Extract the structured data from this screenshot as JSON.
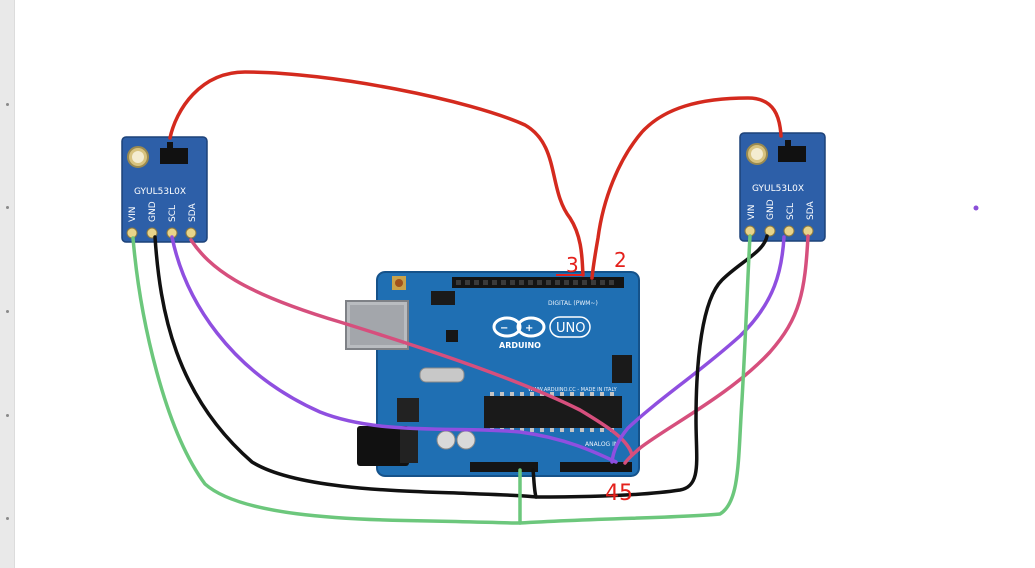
{
  "left_sensor": {
    "model_label": "GYUL53L0X",
    "pins": [
      "VIN",
      "GND",
      "SCL",
      "SDA"
    ]
  },
  "right_sensor": {
    "model_label": "GYUL53L0X",
    "pins": [
      "VIN",
      "GND",
      "SCL",
      "SDA"
    ]
  },
  "arduino": {
    "logo_text": "ARDUINO",
    "uno_text": "UNO",
    "digital_label": "DIGITAL (PWM~)",
    "analog_label": "ANALOG IN",
    "made_in_label": "WWW.ARDUINO.CC - MADE IN ITALY"
  },
  "annotations": {
    "pin_3": "3",
    "pin_2": "2",
    "pins_4_5": "45"
  },
  "colors": {
    "board_blue": "#1f6fb3",
    "sensor_blue": "#2d5fa8",
    "wire_red": "#d42a1e",
    "wire_pink": "#d64f7d",
    "wire_purple": "#8f4fe0",
    "wire_black": "#111111",
    "wire_green": "#6cc77c",
    "annotation_red": "#e4201b"
  }
}
